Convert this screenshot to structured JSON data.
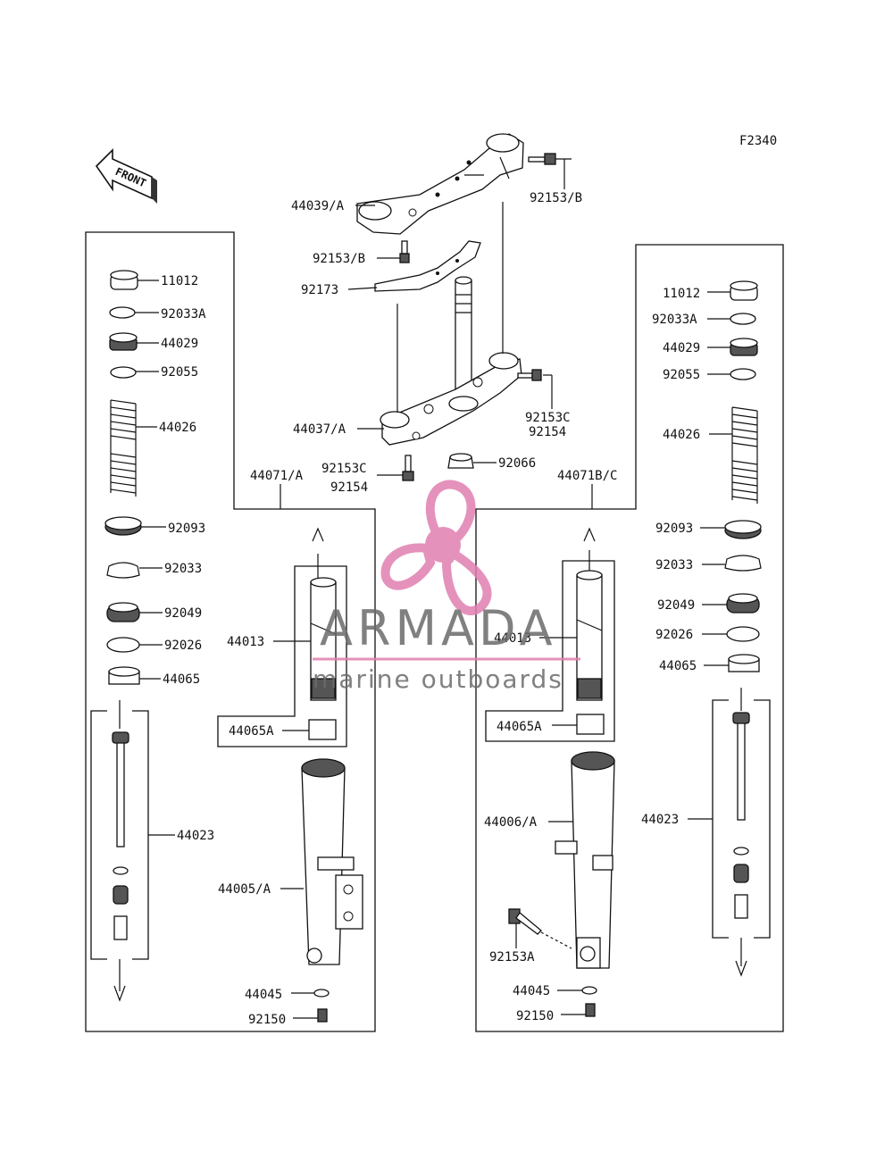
{
  "figure_code": "F2340",
  "front_arrow_label": "FRONT",
  "watermark": {
    "brand": "ARMADA",
    "tagline": "marine outboards",
    "accent_color": "#e07fb0",
    "text_color": "#6b6b6b"
  },
  "labels": {
    "p92153B_top": "92153/B",
    "p44039A": "44039/A",
    "p92153B_left": "92153/B",
    "p92173": "92173",
    "p44037A": "44037/A",
    "p92153C_right": "92153C",
    "p92154_right": "92154",
    "p92153C_left": "92153C",
    "p92154_left": "92154",
    "p92066": "92066",
    "p44071A": "44071/A",
    "p44071BC": "44071B/C",
    "L11012": "11012",
    "L92033A": "92033A",
    "L44029": "44029",
    "L92055": "92055",
    "L44026": "44026",
    "L92093": "92093",
    "L92033": "92033",
    "L92049": "92049",
    "L92026": "92026",
    "L44065": "44065",
    "L44023": "44023",
    "L44013": "44013",
    "L44065A": "44065A",
    "L44005A": "44005/A",
    "L44045": "44045",
    "L92150": "92150",
    "R11012": "11012",
    "R92033A": "92033A",
    "R44029": "44029",
    "R92055": "92055",
    "R44026": "44026",
    "R92093": "92093",
    "R92033": "92033",
    "R92049": "92049",
    "R92026": "92026",
    "R44065": "44065",
    "R44023": "44023",
    "R44013": "44013",
    "R44065A": "44065A",
    "R44006A": "44006/A",
    "R92153A": "92153A",
    "R44045": "44045",
    "R92150": "92150"
  }
}
